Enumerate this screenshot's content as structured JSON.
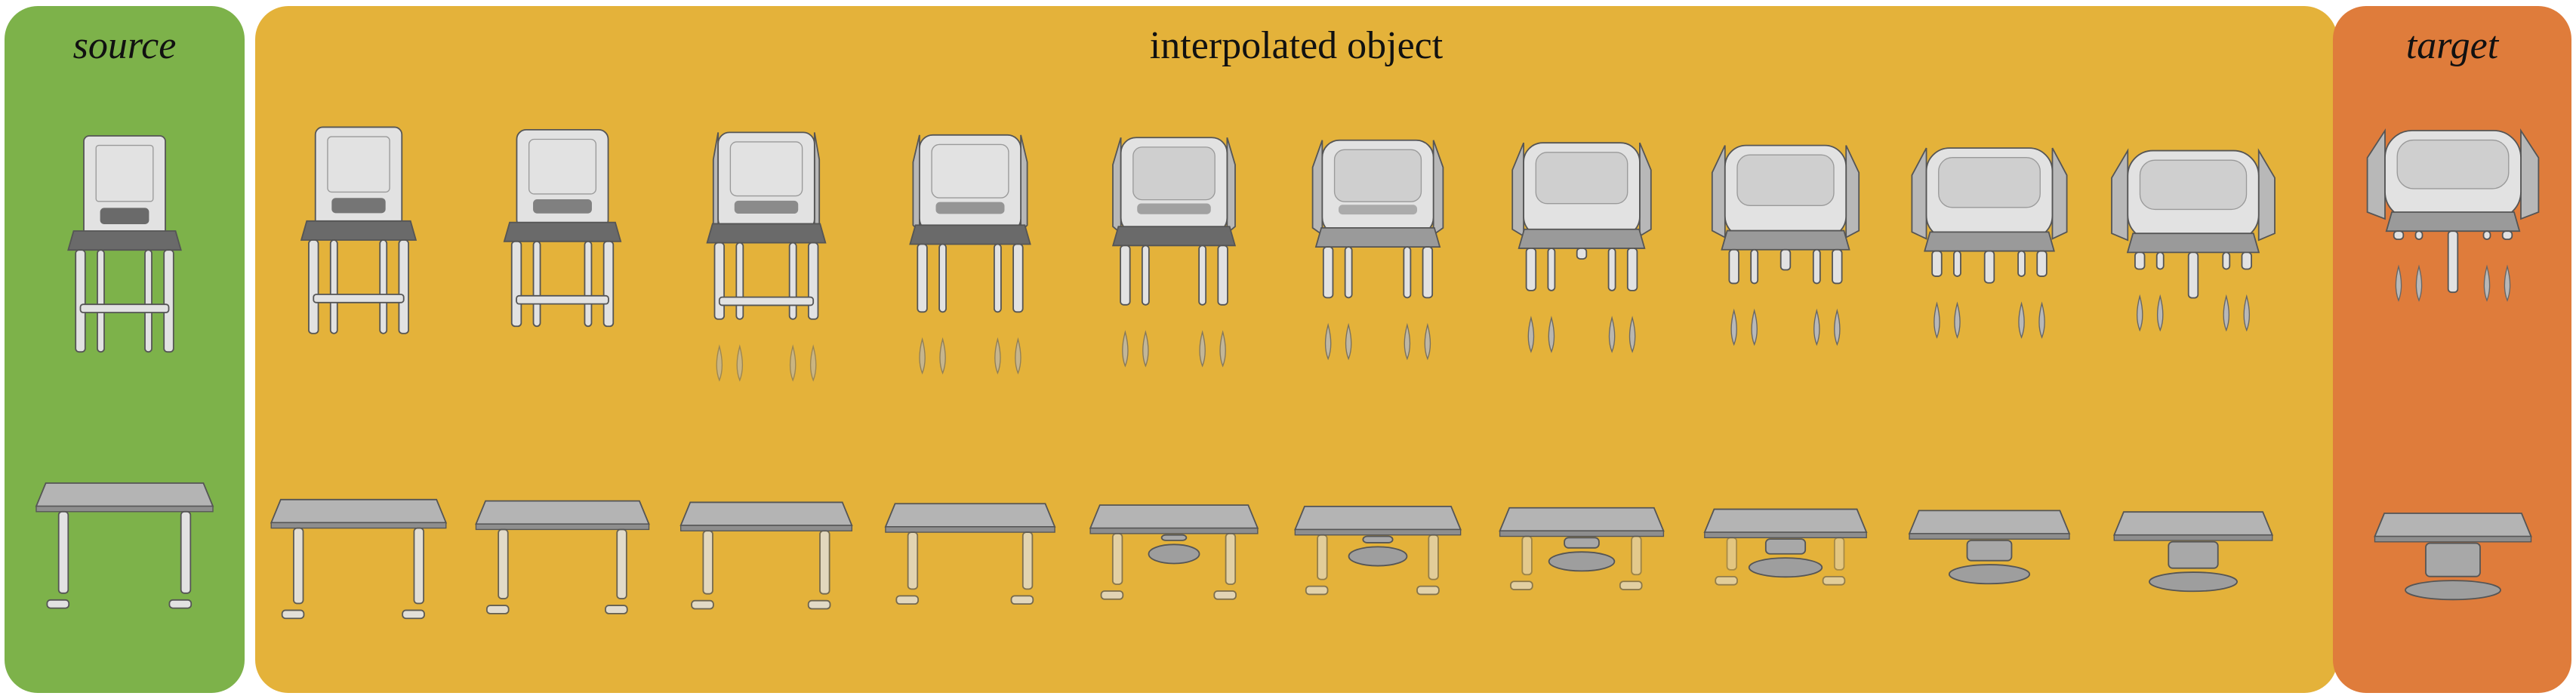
{
  "panels": {
    "source": {
      "title": "source"
    },
    "interpolated": {
      "title": "interpolated object"
    },
    "target": {
      "title": "target"
    }
  },
  "rows": [
    "chair",
    "table"
  ],
  "interpolation_steps": 10,
  "colors": {
    "source_bg": "#7db24a",
    "interp_bg": "#e4b23a",
    "target_bg": "#df7c3b",
    "mesh_light": "#e2e2e2",
    "mesh_mid": "#b8b8b8",
    "mesh_dark": "#6a6a6a"
  }
}
